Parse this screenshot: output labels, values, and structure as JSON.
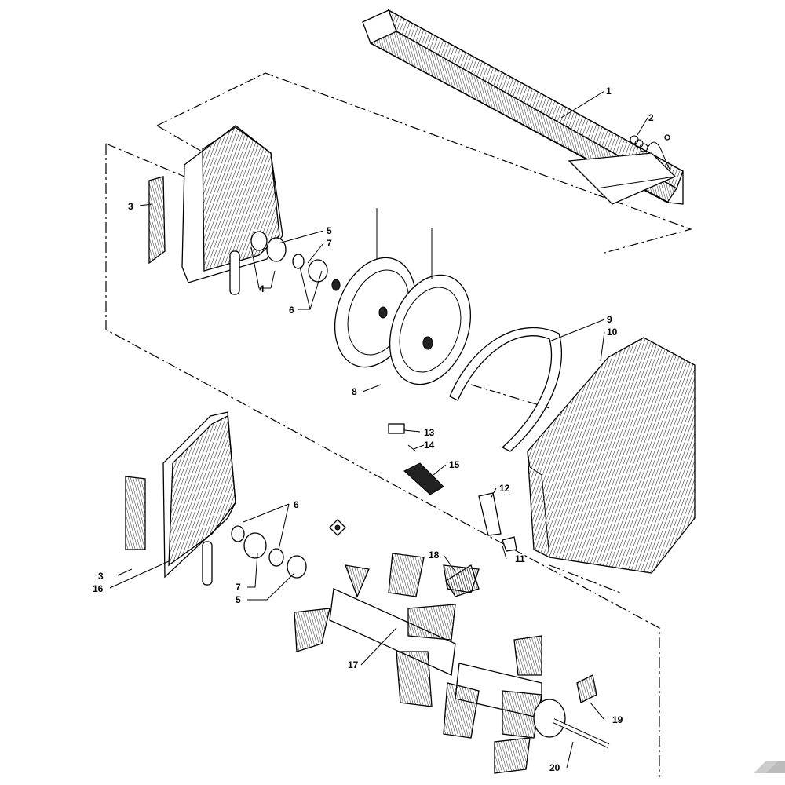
{
  "diagram": {
    "labels": [
      {
        "id": "p1",
        "text": "1"
      },
      {
        "id": "p2",
        "text": "2"
      },
      {
        "id": "p3a",
        "text": "3"
      },
      {
        "id": "p4",
        "text": "4"
      },
      {
        "id": "p5a",
        "text": "5"
      },
      {
        "id": "p6a",
        "text": "6"
      },
      {
        "id": "p7a",
        "text": "7"
      },
      {
        "id": "p8",
        "text": "8"
      },
      {
        "id": "p9",
        "text": "9"
      },
      {
        "id": "p10",
        "text": "10"
      },
      {
        "id": "p11",
        "text": "11"
      },
      {
        "id": "p12",
        "text": "12"
      },
      {
        "id": "p13",
        "text": "13"
      },
      {
        "id": "p14",
        "text": "14"
      },
      {
        "id": "p15",
        "text": "15"
      },
      {
        "id": "p6b",
        "text": "6"
      },
      {
        "id": "p3b",
        "text": "3"
      },
      {
        "id": "p16",
        "text": "16"
      },
      {
        "id": "p7b",
        "text": "7"
      },
      {
        "id": "p5b",
        "text": "5"
      },
      {
        "id": "p18",
        "text": "18"
      },
      {
        "id": "p17",
        "text": "17"
      },
      {
        "id": "p19",
        "text": "19"
      },
      {
        "id": "p20",
        "text": "20"
      }
    ]
  }
}
